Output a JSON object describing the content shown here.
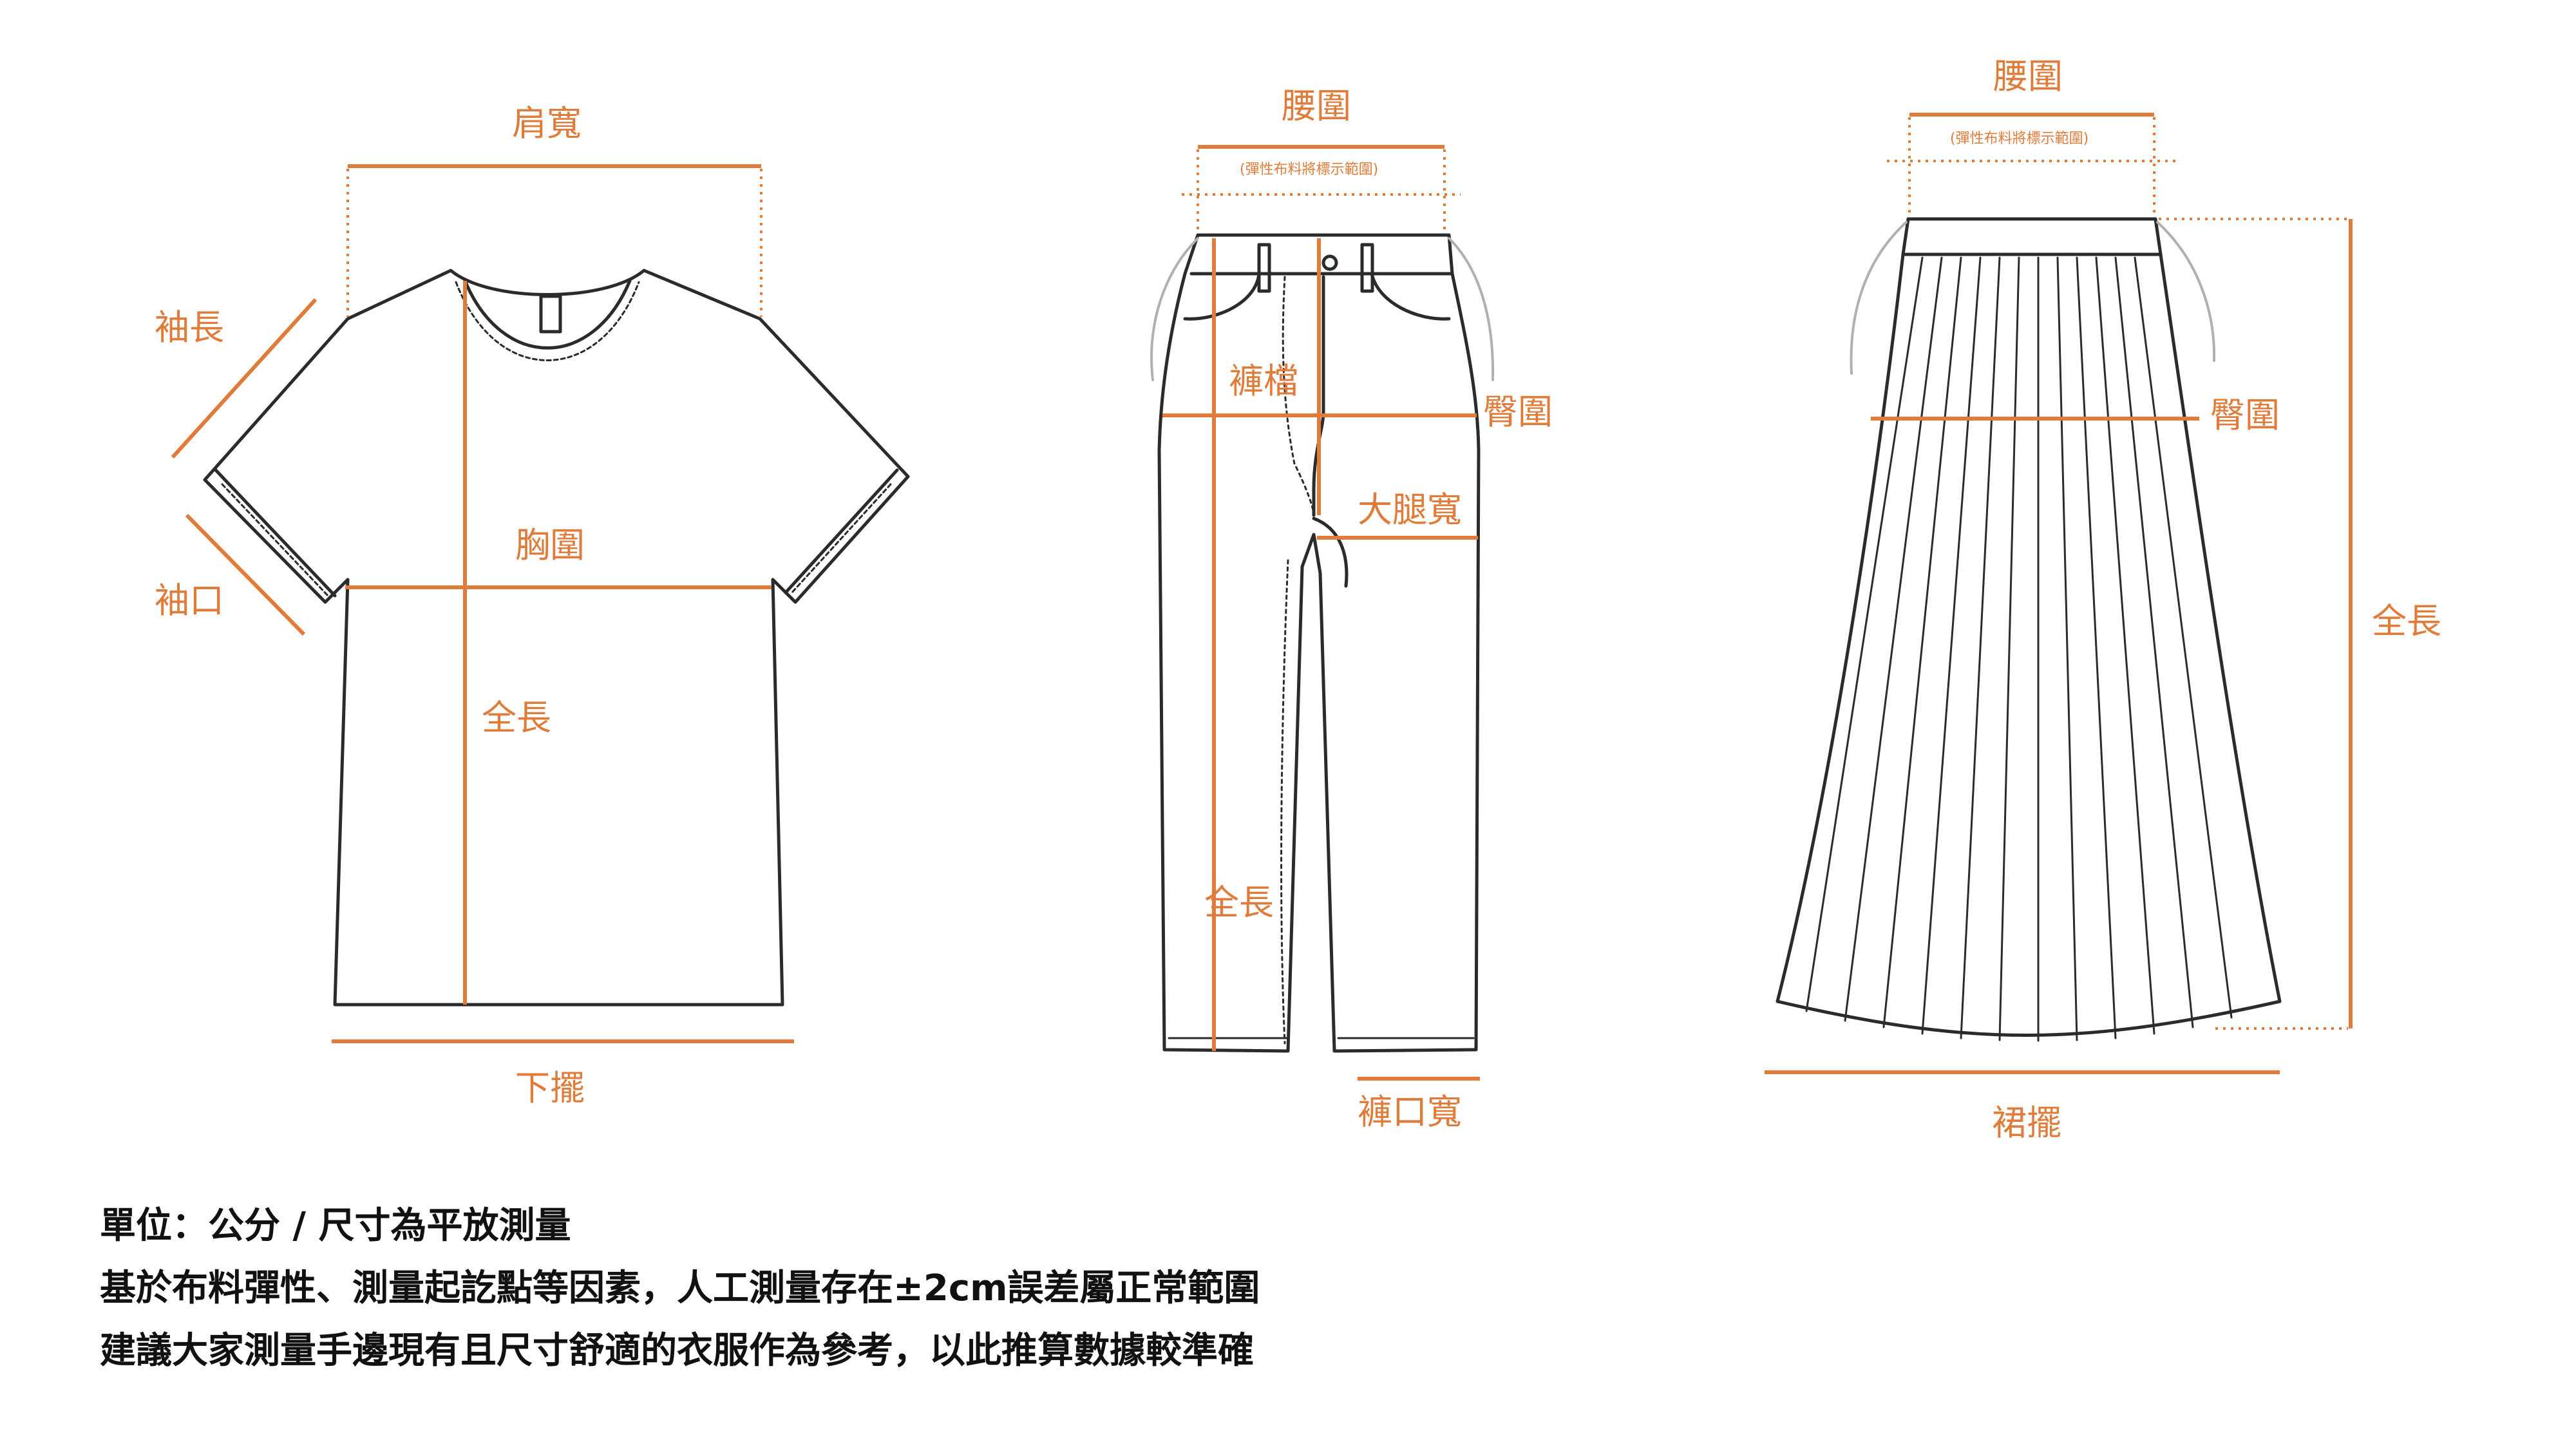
{
  "colors": {
    "accent": "#e07b39",
    "outline": "#2b2b2b",
    "text": "#111111"
  },
  "tshirt": {
    "shoulder_width": "肩寬",
    "sleeve_length": "袖長",
    "sleeve_opening": "袖口",
    "chest": "胸圍",
    "total_length": "全長",
    "hem": "下擺"
  },
  "pants": {
    "waist": "腰圍",
    "waist_note": "(彈性布料將標示範圍)",
    "rise": "褲檔",
    "hip": "臀圍",
    "thigh": "大腿寬",
    "total_length": "全長",
    "leg_opening": "褲口寬"
  },
  "skirt": {
    "waist": "腰圍",
    "waist_note": "(彈性布料將標示範圍)",
    "hip": "臀圍",
    "total_length": "全長",
    "hem": "裙擺"
  },
  "notes": [
    "單位：公分 / 尺寸為平放測量",
    "基於布料彈性、測量起訖點等因素，人工測量存在±2cm誤差屬正常範圍",
    "建議大家測量手邊現有且尺寸舒適的衣服作為參考，以此推算數據較準確"
  ]
}
